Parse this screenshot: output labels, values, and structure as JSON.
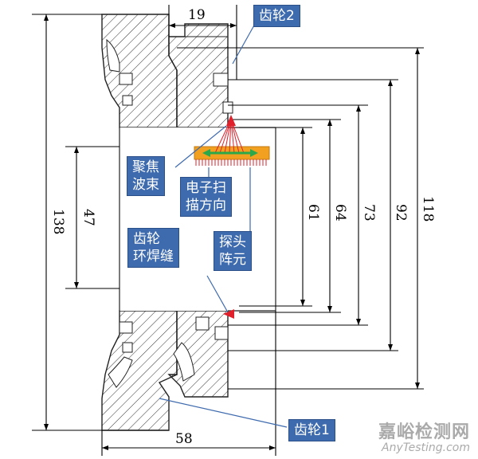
{
  "dimensions": {
    "d19": "19",
    "d138": "138",
    "d47": "47",
    "d61": "61",
    "d64": "64",
    "d73": "73",
    "d92": "92",
    "d118": "118",
    "d58": "58"
  },
  "callouts": {
    "gear2": [
      "齿轮2"
    ],
    "focus_beam": [
      "聚焦",
      "波束"
    ],
    "electronic_scan": [
      "电子扫",
      "描方向"
    ],
    "gear_weld": [
      "齿轮",
      "环焊缝"
    ],
    "probe_element": [
      "探头",
      "阵元"
    ],
    "gear1": [
      "齿轮1"
    ]
  },
  "watermark": {
    "cn": "嘉峪检测网",
    "en": "AnyTesting.com"
  },
  "colors": {
    "callout_bg": "#3e6aae",
    "marker_red": "#e0202a",
    "arrow_green": "#2aa84a",
    "probe_orange": "#f2a020",
    "hatch": "#333333"
  }
}
